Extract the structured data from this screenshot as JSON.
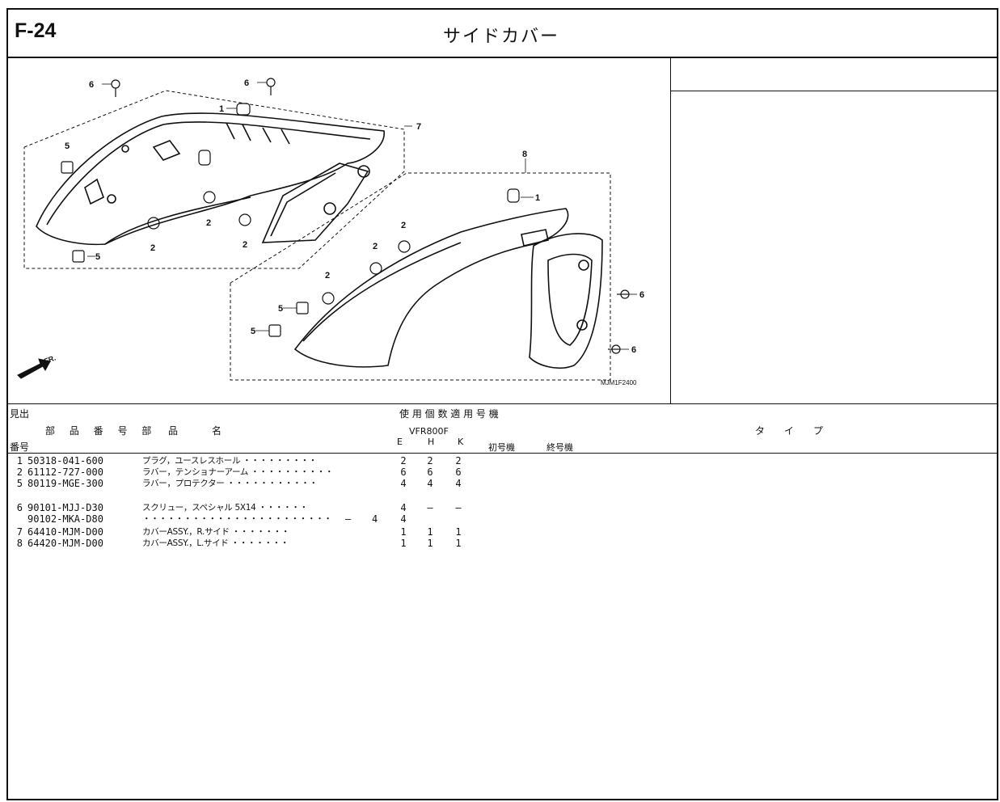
{
  "header": {
    "page_code": "F-24",
    "title": "サイドカバー"
  },
  "diagram": {
    "code": "MJM1F2400",
    "front_marker": "FR.",
    "callouts": {
      "c1a": "1",
      "c1b": "1",
      "c2a": "2",
      "c2b": "2",
      "c2c": "2",
      "c2d": "2",
      "c2e": "2",
      "c2f": "2",
      "c5a": "5",
      "c5b": "5",
      "c5c": "5",
      "c5d": "5",
      "c6a": "6",
      "c6b": "6",
      "c6c": "6",
      "c6d": "6",
      "c7": "7",
      "c8": "8"
    }
  },
  "table_header": {
    "midashi": "見出",
    "part_number_name": "部 品 番 号 部",
    "hin": "品",
    "mei": "名",
    "ban": "番号",
    "usage": "使 用 個 数 適 用 号 機",
    "model": "VFR800F",
    "col_e": "E",
    "col_h": "H",
    "col_k": "K",
    "first_frame": "初号機",
    "last_frame": "終号機",
    "type": "タ　　イ　　プ"
  },
  "rows": [
    {
      "ref": "1",
      "part": "50318-041-600",
      "desc": "プラグ，ユースレスホール ・・・・・・・・・",
      "e": "2",
      "h": "2",
      "k": "2"
    },
    {
      "ref": "2",
      "part": "61112-727-000",
      "desc": "ラバー，テンショナーアーム ・・・・・・・・・・",
      "e": "6",
      "h": "6",
      "k": "6"
    },
    {
      "ref": "5",
      "part": "80119-MGE-300",
      "desc": "ラバー，プロテクター ・・・・・・・・・・・",
      "e": "4",
      "h": "4",
      "k": "4"
    },
    {
      "ref": "6",
      "part": "90101-MJJ-D30",
      "desc": "スクリュー，スペシャル 5X14 ・・・・・・",
      "e": "4",
      "h": "–",
      "k": "–"
    },
    {
      "ref": "",
      "part": "90102-MKA-D80",
      "desc": "・・・・・・・・・・・・・・・・・・・・・・・",
      "x1": "–",
      "x2": "4",
      "e": "4",
      "h": "",
      "k": ""
    },
    {
      "ref": "7",
      "part": "64410-MJM-D00",
      "desc": "カバーASSY.，R.サイド ・・・・・・・",
      "e": "1",
      "h": "1",
      "k": "1"
    },
    {
      "ref": "8",
      "part": "64420-MJM-D00",
      "desc": "カバーASSY.，L.サイド ・・・・・・・",
      "e": "1",
      "h": "1",
      "k": "1"
    }
  ]
}
